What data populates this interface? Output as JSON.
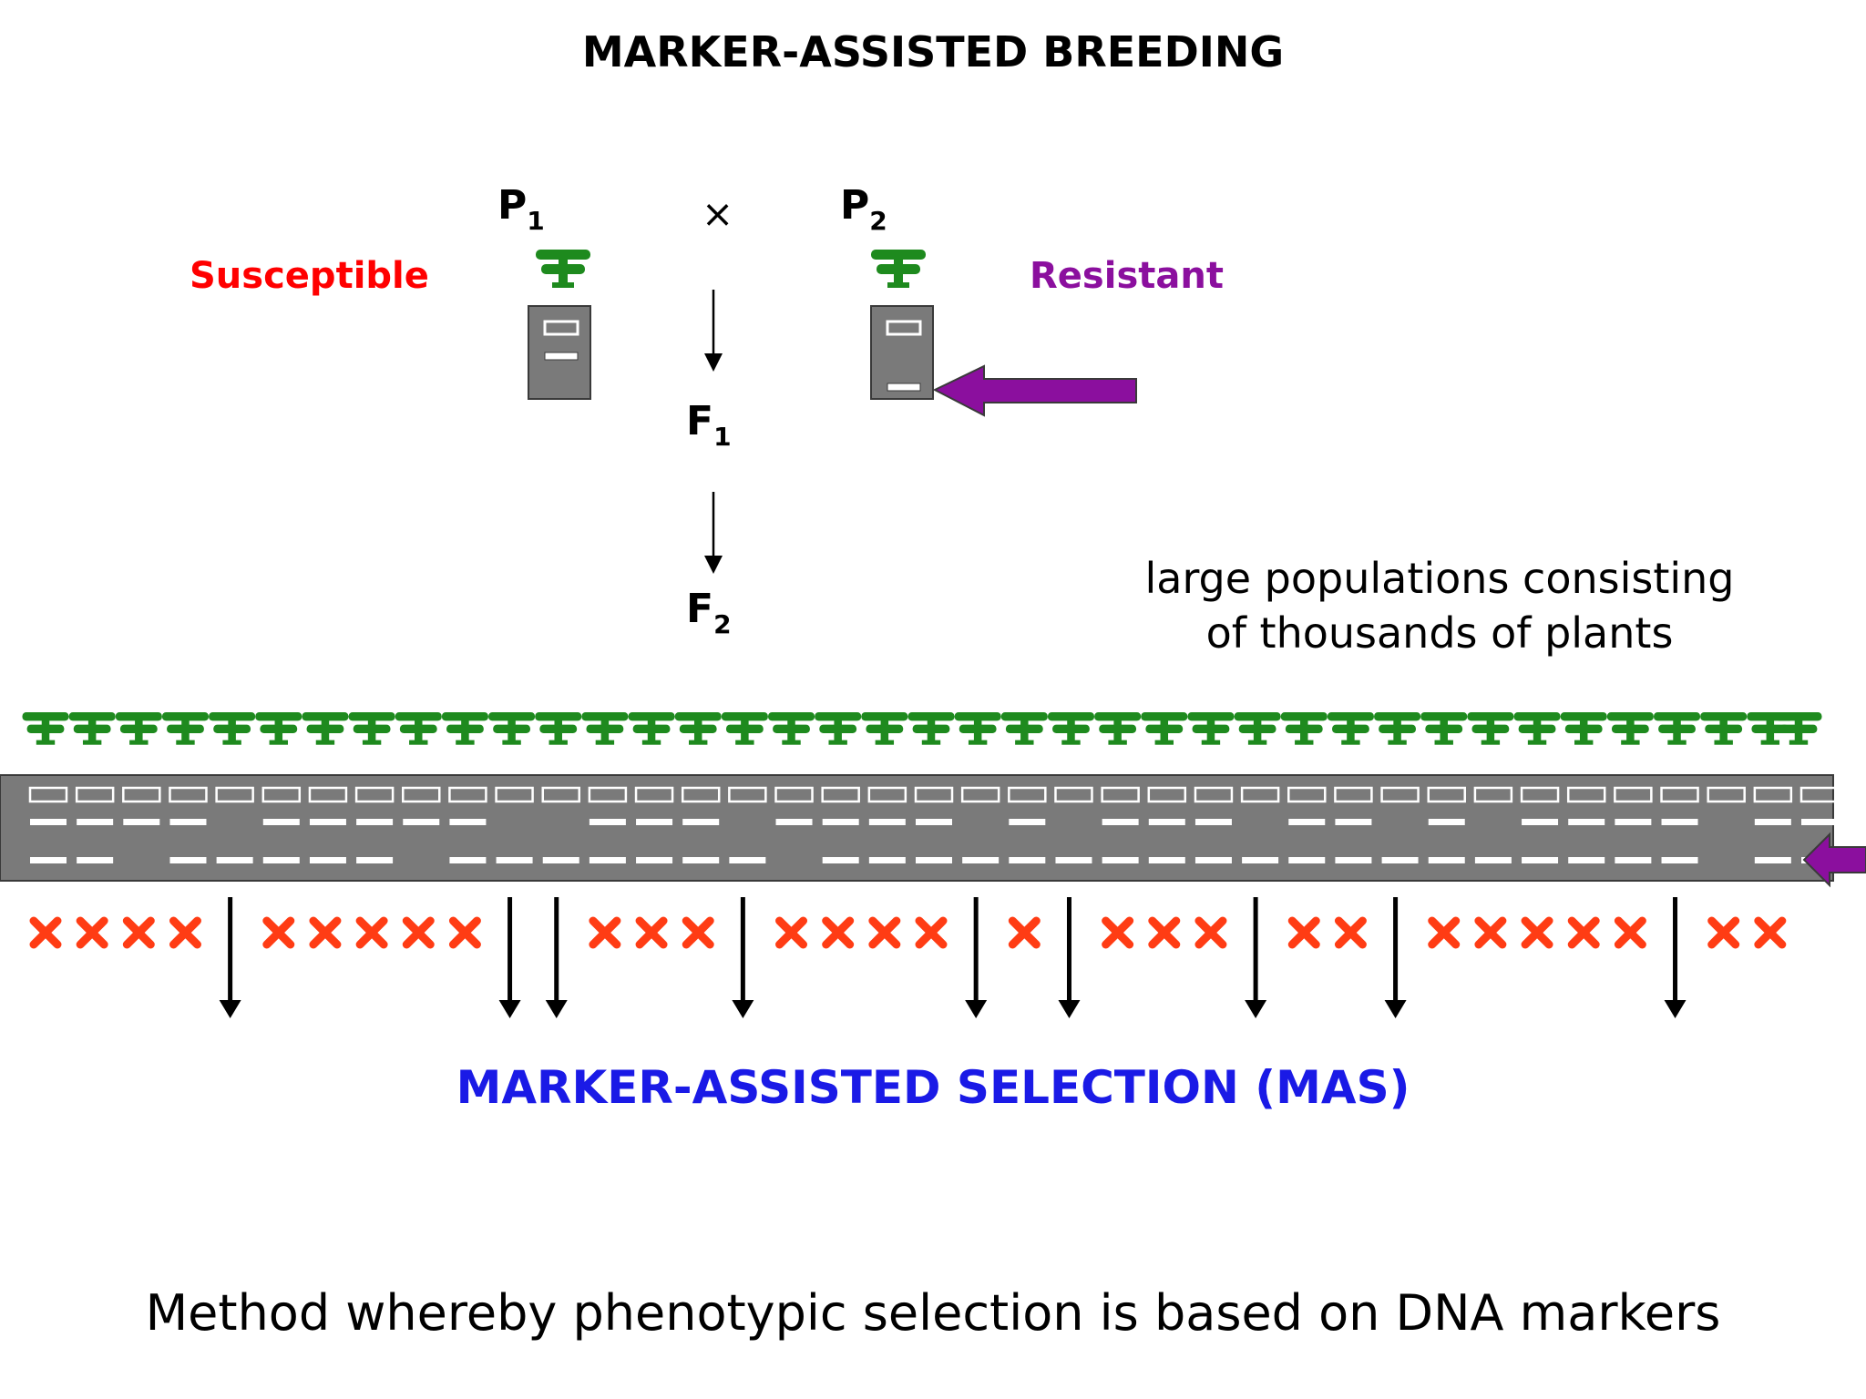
{
  "title": "MARKER-ASSISTED BREEDING",
  "parents": {
    "p1": {
      "letter": "P",
      "sub": "1"
    },
    "p2": {
      "letter": "P",
      "sub": "2"
    },
    "cross_symbol": "×"
  },
  "generations": {
    "f1": {
      "letter": "F",
      "sub": "1"
    },
    "f2": {
      "letter": "F",
      "sub": "2"
    }
  },
  "labels": {
    "susceptible": "Susceptible",
    "resistant": "Resistant",
    "population": "large populations consisting of thousands of plants",
    "selection": "MARKER-ASSISTED SELECTION (MAS)",
    "caption": "Method whereby phenotypic selection is based on DNA markers"
  },
  "colors": {
    "plant": "#1e8a1e",
    "gel": "#7a7a7a",
    "gel_border": "#3a3a3a",
    "band": "#ffffff",
    "marker_arrow": "#8b0f9e",
    "reject": "#ff3c14",
    "susceptible": "#ff0000",
    "resistant": "#8b0f9e",
    "selection": "#1a1ae6"
  },
  "population_gel": {
    "lane_count": 38,
    "upper_band_lanes": [
      0,
      1,
      2,
      3,
      5,
      6,
      7,
      8,
      9,
      12,
      13,
      14,
      16,
      17,
      18,
      19,
      21,
      23,
      24,
      25,
      27,
      28,
      30,
      32,
      33,
      34,
      35,
      37,
      38
    ],
    "lower_band_lanes": [
      0,
      1,
      3,
      4,
      5,
      6,
      7,
      9,
      10,
      11,
      12,
      13,
      14,
      15,
      17,
      18,
      19,
      20,
      21,
      22,
      23,
      24,
      25,
      26,
      27,
      28,
      29,
      30,
      31,
      32,
      33,
      34,
      35,
      37,
      38
    ],
    "selected_lanes": [
      4,
      10,
      11,
      15,
      20,
      22,
      26,
      29,
      35
    ],
    "rejected_lanes": [
      0,
      1,
      2,
      3,
      5,
      6,
      7,
      8,
      9,
      12,
      13,
      14,
      16,
      17,
      18,
      19,
      21,
      23,
      24,
      25,
      27,
      28,
      30,
      31,
      32,
      33,
      34,
      36,
      37
    ]
  }
}
